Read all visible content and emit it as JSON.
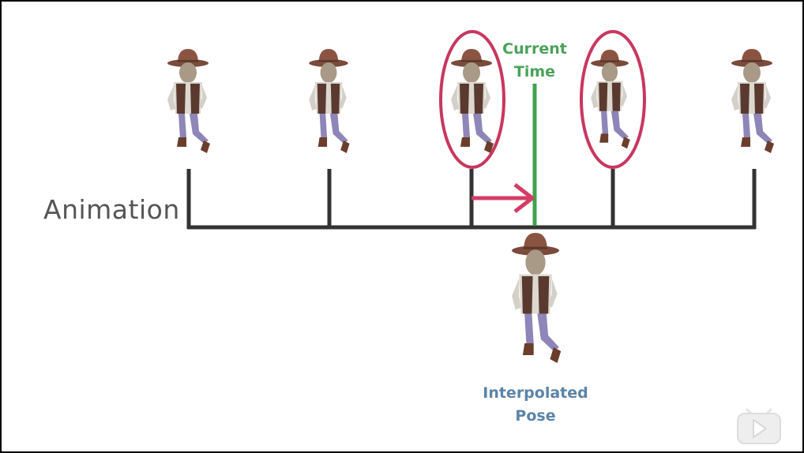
{
  "labels": {
    "animation": "Animation",
    "current_time": "Current\nTime",
    "interpolated_pose": "Interpolated\nPose"
  },
  "keyframes": [
    {
      "id": "keyframe-1",
      "highlighted": false
    },
    {
      "id": "keyframe-2",
      "highlighted": false
    },
    {
      "id": "keyframe-3",
      "highlighted": true
    },
    {
      "id": "keyframe-4",
      "highlighted": true
    },
    {
      "id": "keyframe-5",
      "highlighted": false
    }
  ],
  "icons": {
    "play": "play-icon"
  },
  "colors": {
    "timeline": "#333333",
    "current_time": "#3fa24f",
    "highlight": "#c8375f",
    "arrow": "#d43d67",
    "label_gray": "#555555",
    "current_time_text": "#4aa25a",
    "interp_text": "#5b84a8"
  }
}
